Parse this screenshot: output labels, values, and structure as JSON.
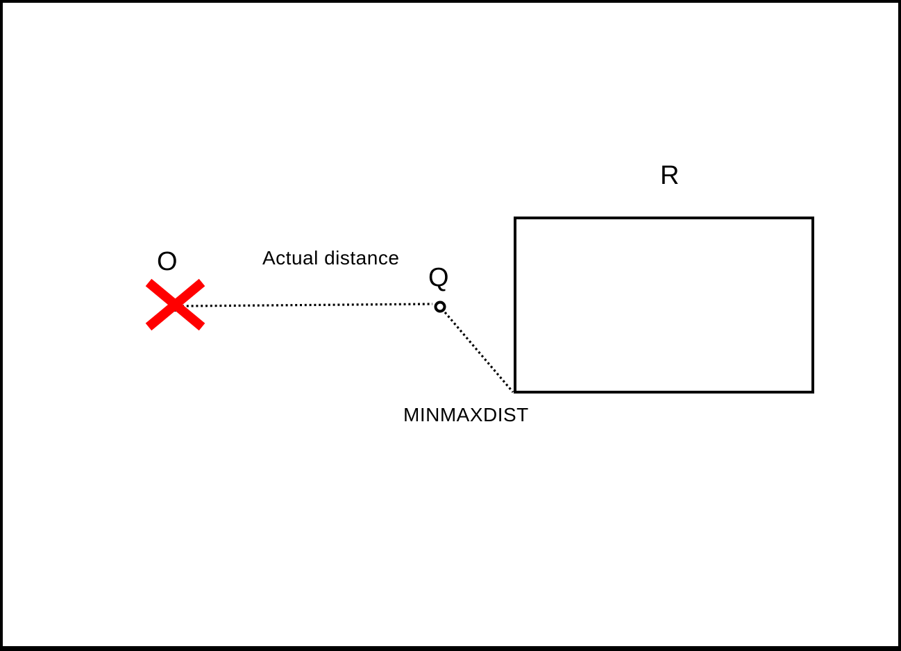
{
  "diagram": {
    "labels": {
      "point_o": "O",
      "point_q": "Q",
      "rectangle_r": "R",
      "actual_distance": "Actual distance",
      "minmaxdist": "MINMAXDIST"
    },
    "colors": {
      "x_marker": "#ff0000",
      "stroke": "#000000",
      "background": "#ffffff"
    },
    "markers": {
      "point_o": "x-marker",
      "point_q": "circle-marker"
    }
  }
}
